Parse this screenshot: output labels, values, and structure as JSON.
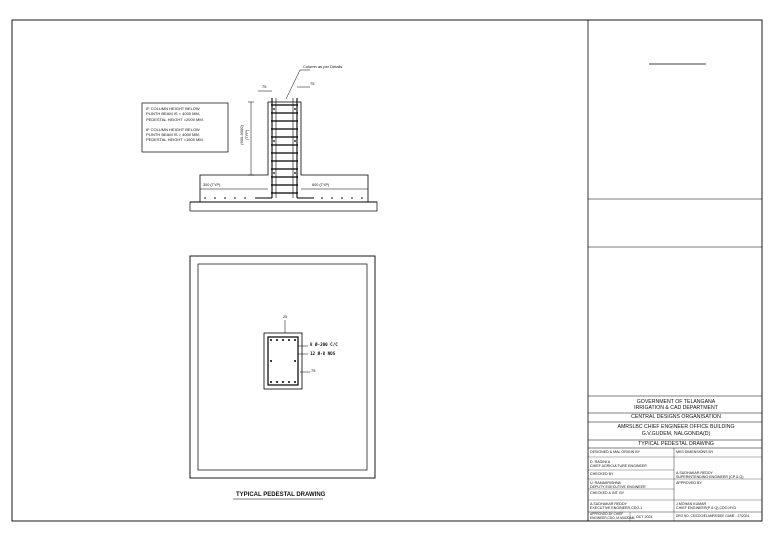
{
  "drawing": {
    "title": "TYPICAL PEDESTAL DRAWING",
    "elevation": {
      "callout": "Column as per Details",
      "dim_left_top": "75",
      "dim_right_top": "75",
      "height_dim": "(600-3000)",
      "height_dim_sub": "(TYP)",
      "left_offset": "300 (TYP)",
      "right_offset": "600 (TYP)",
      "note_lines": [
        "IF COLUMN HEIGHT BELOW",
        "PLINTH BEAM IS < 4000 MM,",
        "PEDESTAL HEIGHT =2000 MM.",
        "",
        "IF COLUMN HEIGHT BELOW",
        "PLINTH BEAM IS > 4000 MM,",
        "PEDESTAL HEIGHT =1500 MM."
      ]
    },
    "section": {
      "cover_top": "25",
      "cover_side": "75",
      "tie_label": "8 Ø-200 C/C",
      "bar_label": "12 Ø-8 NOS"
    }
  },
  "title_block": {
    "header_lines": [
      "GOVERNMENT OF TELANGANA",
      "IRRIGATION & CAD DEPARTMENT",
      "CENTRAL DESIGNS ORGANISATION",
      "AMRSLBC CHIEF ENGINEER OFFICE BUILDING",
      "G.V.GUDEM, NALGONDA(D)",
      "TYPICAL PEDESTAL DRAWING"
    ],
    "left_cells": [
      "DESIGNED & MAL ORIGIN BY",
      "D. RAGINI A\nCHIEF AGRICULTURE ENGINEER",
      "CHECKED BY",
      "U. RAMAKRISHNA\nDEPUTY EXECUTIVE ENGINEER",
      "CHECKED & INT. BY",
      "A.SUDHAKAR REDDY\nEXECUTIVE ENGINEER,CDO-1",
      "APPROVED BY CHIEF\nENGINEER,CDO, IA MUDDAM"
    ],
    "right_cells": [
      "MKS DIMENSIONS BY",
      "A.SUDHAKAR REDDY\nSUPERINTENDING ENGINEER (CP & Q)",
      "APPROVED BY",
      "J.MOHAN KUMAR\nCHIEF ENGINEER(P & Q),CDO,HYD"
    ],
    "date": "OCT 2024",
    "drg_no": "DRG NO. CE/CDO/ELAMRS/DEE GAME - 27/2024"
  }
}
